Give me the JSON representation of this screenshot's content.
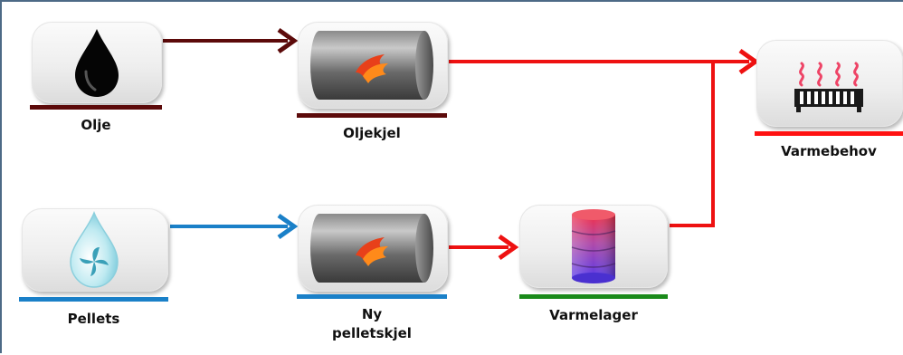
{
  "colors": {
    "oil": "#5c0a0a",
    "pellet": "#1a80c8",
    "heat": "#ee1111",
    "storage": "#1a8a1a",
    "demand": "#ff1111"
  },
  "nodes": {
    "olje": {
      "label": "Olje",
      "icon": "oil-drop-icon"
    },
    "oljekjel": {
      "label": "Oljekjel",
      "icon": "boiler-flame-icon"
    },
    "pellets": {
      "label": "Pellets",
      "icon": "pellet-drop-icon"
    },
    "ny_pelletskjel": {
      "label": "Ny\npelletskjel",
      "icon": "boiler-flame-icon"
    },
    "varmelager": {
      "label": "Varmelager",
      "icon": "storage-tank-icon"
    },
    "varmebehov": {
      "label": "Varmebehov",
      "icon": "radiator-icon"
    }
  }
}
